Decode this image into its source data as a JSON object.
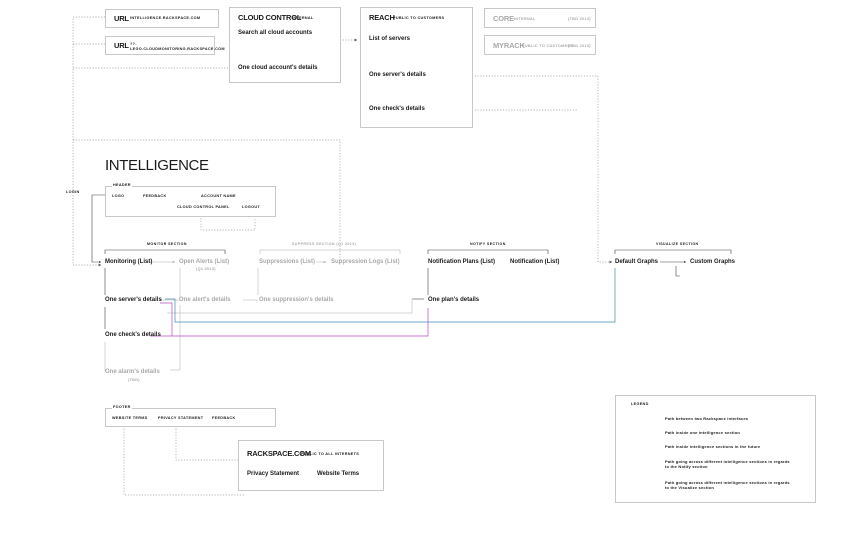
{
  "url1": {
    "label": "URL",
    "value": "INTELLIGENCE.RACKSPACE.COM"
  },
  "url2": {
    "label": "URL",
    "value": "??-LEGO.CLOUDMONITORING.RACKSPACE.COM"
  },
  "cloud_control": {
    "title": "CLOUD CONTROL",
    "tag": "INTERNAL",
    "item1": "Search all cloud accounts",
    "item2": "One cloud account's details"
  },
  "reach": {
    "title": "REACH",
    "tag": "PUBLIC TO CUSTOMERS",
    "item1": "List of servers",
    "item2": "One server's details",
    "item3": "One check's details"
  },
  "core": {
    "title": "CORE",
    "tag": "INTERNAL",
    "tbd": "(TBD 2013)"
  },
  "myrack": {
    "title": "MYRACK",
    "tag": "PUBLIC TO CUSTOMERS",
    "tbd": "(TBD 2013)"
  },
  "intelligence": {
    "title": "INTELLIGENCE",
    "login": "LOGIN"
  },
  "header_section": {
    "label": "HEADER",
    "logo": "LOGO",
    "feedback": "FEEDBACK",
    "account_name": "ACCOUNT NAME",
    "cloud_control_panel": "CLOUD CONTROL PANEL",
    "logout": "LOGOUT"
  },
  "monitor": {
    "label": "MONITOR SECTION",
    "monitoring_list": "Monitoring (List)",
    "open_alerts": "Open Alerts (List)",
    "open_alerts_date": "(Q1 2013)",
    "one_server": "One server's details",
    "one_alert": "One alert's details",
    "one_check": "One check's details",
    "one_alarm": "One alarm's details",
    "one_alarm_tbd": "(TBD)"
  },
  "suppress": {
    "label": "SUPPRESS SECTION (Q1 2013)",
    "suppressions": "Suppressions (List)",
    "suppression_logs": "Suppression Logs (List)",
    "one_suppression": "One suppression's details"
  },
  "notify": {
    "label": "NOTIFY SECTION",
    "plans": "Notification Plans (List)",
    "notifications": "Notification (List)",
    "one_plan": "One plan's details"
  },
  "visualize": {
    "label": "VISUALIZE SECTION",
    "default_graphs": "Default Graphs",
    "custom_graphs": "Custom Graphs"
  },
  "footer": {
    "label": "FOOTER",
    "website_terms": "WEBSITE TERMS",
    "privacy": "PRIVACY STATEMENT",
    "feedback": "FEEDBACK"
  },
  "rackspace": {
    "title": "RACKSPACE.COM",
    "tag": "PUBLIC TO ALL INTERNETS",
    "privacy": "Privacy Statement",
    "terms": "Website Terms"
  },
  "legend": {
    "title": "LEGEND",
    "items": [
      "Path between two Rackspace interfaces",
      "Path inside one intelligence section",
      "Path inside intelligence sections in the future",
      "Path going across different intelligence sections in regards to the Notify section",
      "Path going across different intelligence sections in regards to the Visualize section"
    ]
  },
  "colors": {
    "notify_path": "#b04fbf",
    "visualize_path": "#3d8fb0",
    "future": "#c4c4c4",
    "dotted": "#9a9a9a",
    "solid": "#333333"
  }
}
